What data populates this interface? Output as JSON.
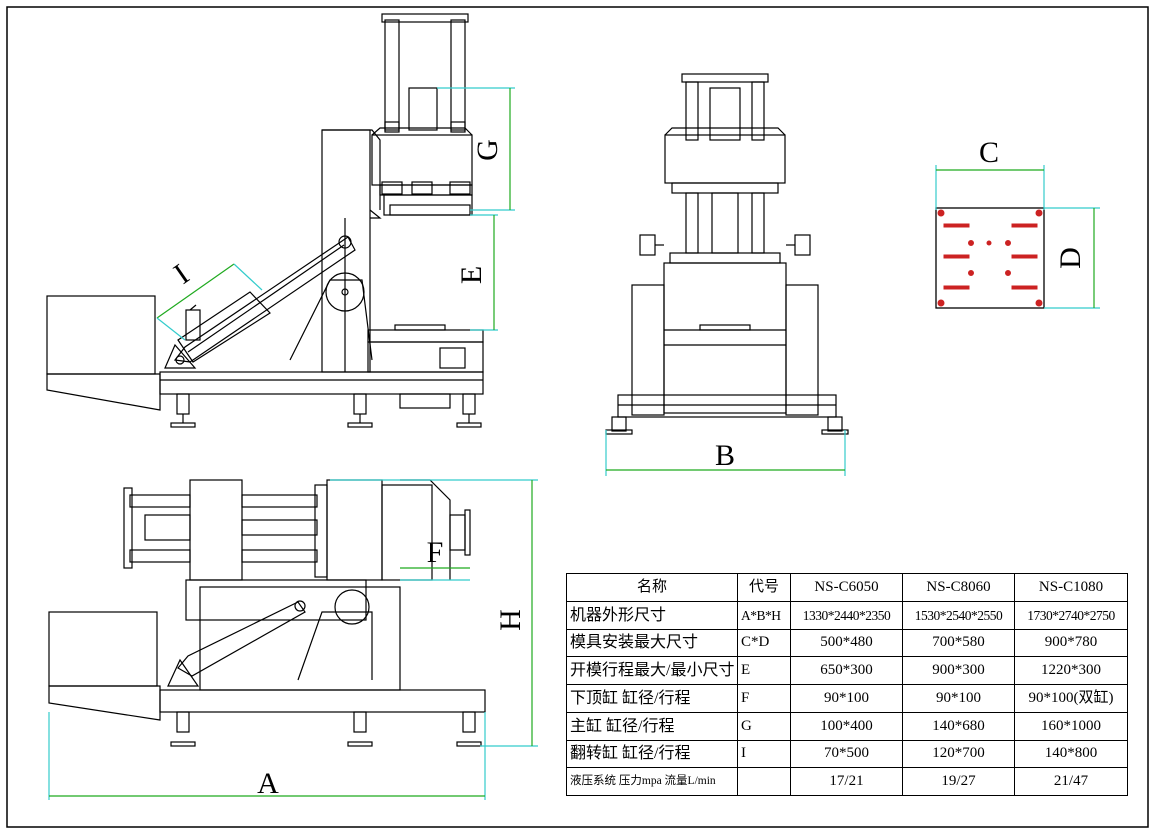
{
  "dimensions": {
    "A": "A",
    "B": "B",
    "C": "C",
    "D": "D",
    "E": "E",
    "F": "F",
    "G": "G",
    "H": "H",
    "I": "I"
  },
  "table": {
    "headers": [
      "名称",
      "代号",
      "NS-C6050",
      "NS-C8060",
      "NS-C1080"
    ],
    "rows": [
      {
        "name": "机器外形尺寸",
        "code": "A*B*H",
        "v1": "1330*2440*2350",
        "v2": "1530*2540*2550",
        "v3": "1730*2740*2750"
      },
      {
        "name": "模具安装最大尺寸",
        "code": "C*D",
        "v1": "500*480",
        "v2": "700*580",
        "v3": "900*780"
      },
      {
        "name": "开模行程最大/最小尺寸",
        "code": "E",
        "v1": "650*300",
        "v2": "900*300",
        "v3": "1220*300"
      },
      {
        "name": "下顶缸 缸径/行程",
        "code": "F",
        "v1": "90*100",
        "v2": "90*100",
        "v3": "90*100(双缸)"
      },
      {
        "name": "主缸 缸径/行程",
        "code": "G",
        "v1": "100*400",
        "v2": "140*680",
        "v3": "160*1000"
      },
      {
        "name": "翻转缸 缸径/行程",
        "code": "I",
        "v1": "70*500",
        "v2": "120*700",
        "v3": "140*800"
      },
      {
        "name": "液压系统 压力mpa 流量L/min",
        "code": "",
        "v1": "17/21",
        "v2": "19/27",
        "v3": "21/47"
      }
    ]
  },
  "colors": {
    "line": "#000000",
    "dimension": "#1faa1f",
    "extension": "#33cccc",
    "marker": "#cc2222"
  }
}
